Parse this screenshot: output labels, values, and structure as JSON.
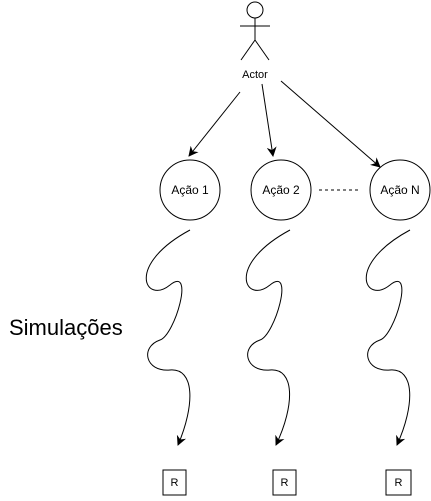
{
  "actor": {
    "label": "Actor",
    "icon": "stick-figure-icon"
  },
  "actions": [
    {
      "label": "Ação 1"
    },
    {
      "label": "Ação 2"
    },
    {
      "label": "Ação N"
    }
  ],
  "ellipsis": "dashed-connector",
  "simulations": {
    "label": "Simulações",
    "icon": "wavy-arrow-icon"
  },
  "results": [
    {
      "label": "R"
    },
    {
      "label": "R"
    },
    {
      "label": "R"
    }
  ],
  "colors": {
    "stroke": "#000000",
    "background": "#ffffff"
  }
}
